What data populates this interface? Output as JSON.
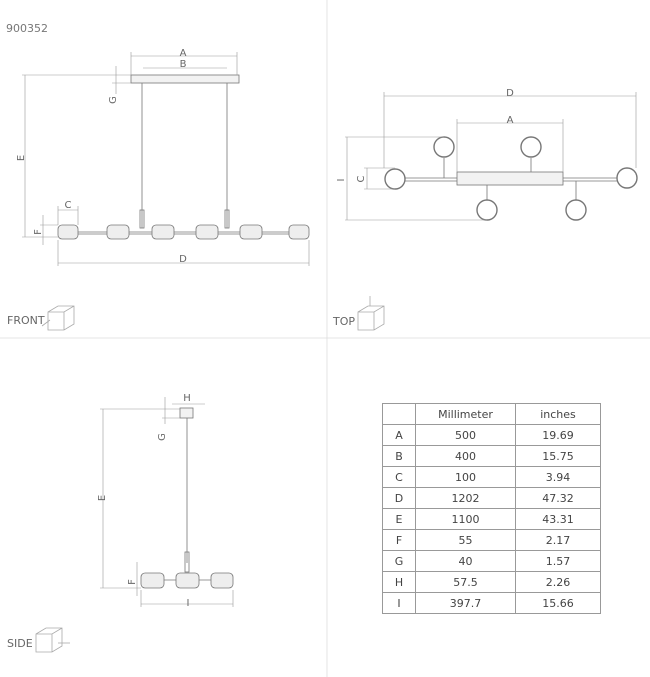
{
  "product_code": "900352",
  "views": {
    "front": "FRONT",
    "top": "TOP",
    "side": "SIDE"
  },
  "dimension_labels": {
    "A": "A",
    "B": "B",
    "C": "C",
    "D": "D",
    "E": "E",
    "F": "F",
    "G": "G",
    "H": "H",
    "I": "I"
  },
  "table": {
    "headers": [
      "",
      "Millimeter",
      "inches"
    ],
    "rows": [
      {
        "label": "A",
        "mm": "500",
        "in": "19.69"
      },
      {
        "label": "B",
        "mm": "400",
        "in": "15.75"
      },
      {
        "label": "C",
        "mm": "100",
        "in": "3.94"
      },
      {
        "label": "D",
        "mm": "1202",
        "in": "47.32"
      },
      {
        "label": "E",
        "mm": "1100",
        "in": "43.31"
      },
      {
        "label": "F",
        "mm": "55",
        "in": "2.17"
      },
      {
        "label": "G",
        "mm": "40",
        "in": "1.57"
      },
      {
        "label": "H",
        "mm": "57.5",
        "in": "2.26"
      },
      {
        "label": "I",
        "mm": "397.7",
        "in": "15.66"
      }
    ]
  }
}
